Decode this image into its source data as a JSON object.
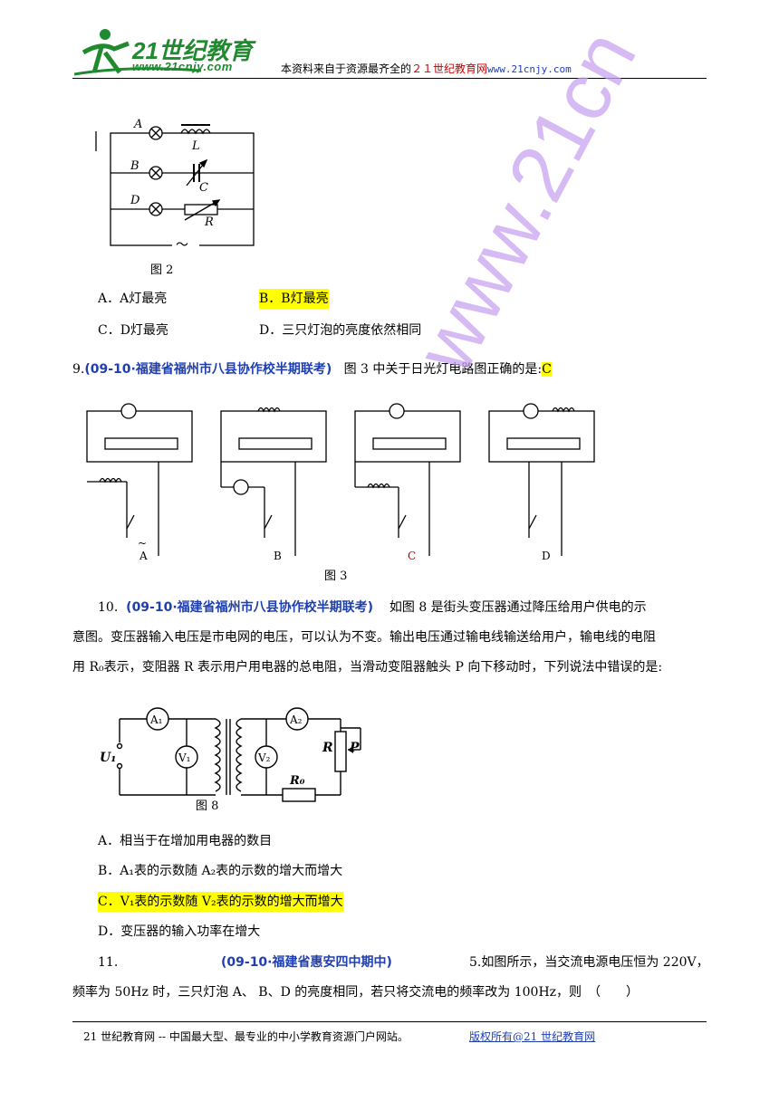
{
  "header": {
    "logo_text": "21世纪教育",
    "logo_url": "www.21cnjy.com",
    "tagline_prefix": "本资料来自于资源最齐全的",
    "tagline_brand": "２１世纪教育网",
    "tagline_url": "www.21cnjy.com"
  },
  "figure2": {
    "caption": "图 2",
    "labels": {
      "a": "A",
      "b": "B",
      "c": "C",
      "d": "D",
      "l": "L",
      "r": "R",
      "ac": "～"
    }
  },
  "q8_options": {
    "a": "A．A灯最亮",
    "b": "B．B灯最亮",
    "c": "C．D灯最亮",
    "d": "D．三只灯泡的亮度依然相同"
  },
  "q9": {
    "number": "9.",
    "source": "(09-10·福建省福州市八县协作校半期联考)",
    "text": "图 3 中关于日光灯电路图正确的是:",
    "answer": "C",
    "figure_caption": "图 3",
    "sub_labels": [
      "A",
      "B",
      "C",
      "D"
    ]
  },
  "q10": {
    "number": "10.",
    "source": "(09-10·福建省福州市八县协作校半期联考)",
    "line1": "如图 8 是街头变压器通过降压给用户供电的示",
    "line2": "意图。变压器输入电压是市电网的电压，可以认为不变。输出电压通过输电线输送给用户，输电线的电阻",
    "line3": "用 R₀表示，变阻器 R 表示用户用电器的总电阻，当滑动变阻器触头 P 向下移动时，下列说法中错误的是:",
    "figure_caption": "图 8",
    "figure_labels": {
      "a1": "A₁",
      "a2": "A₂",
      "v1": "V₁",
      "v2": "V₂",
      "u1": "U₁",
      "r": "R",
      "p": "P",
      "r0": "R₀"
    },
    "options": {
      "a": "A．相当于在增加用电器的数目",
      "b": "B．A₁表的示数随 A₂表的示数的增大而增大",
      "c": "C．V₁表的示数随 V₂表的示数的增大而增大",
      "d": "D．变压器的输入功率在增大"
    }
  },
  "q11": {
    "number": "11.",
    "source": "(09-10·福建省惠安四中期中)",
    "line1": "5.如图所示，当交流电源电压恒为 220V，",
    "line2": "频率为 50Hz 时，三只灯泡 A、 B、D 的亮度相同，若只将交流电的频率改为 100Hz，则　（　　）"
  },
  "footer": {
    "text": "21 世纪教育网 -- 中国最大型、最专业的中小学教育资源门户网站。",
    "link": "版权所有@21 世纪教育网"
  },
  "watermark": "www.21cn",
  "colors": {
    "highlight": "#ffff00",
    "source_blue": "#1f3fb0",
    "answer_red": "#c00000",
    "logo_green": "#1f8a2e",
    "watermark": "#c9a3f0"
  }
}
